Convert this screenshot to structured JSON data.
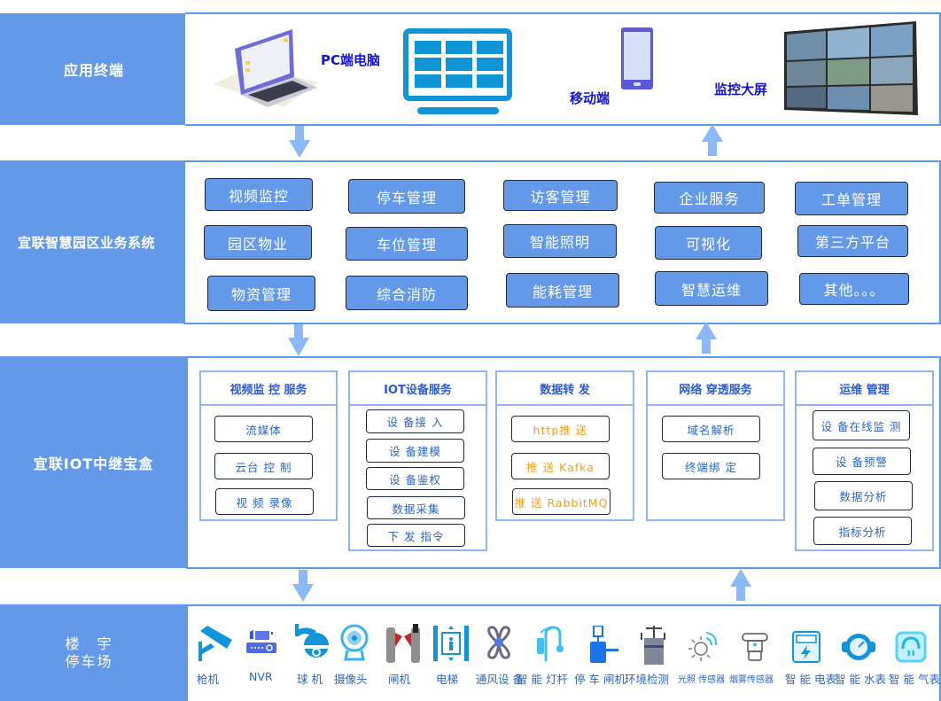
{
  "layers": {
    "terminal": {
      "label": "应用终端",
      "items": [
        {
          "label": "PC端电脑",
          "icon": "laptop-icon"
        },
        {
          "label": "",
          "icon": "monitor-icon"
        },
        {
          "label": "移动端",
          "icon": "mobile-phone-icon"
        },
        {
          "label": "监控大屏",
          "icon": "video-wall-icon"
        }
      ]
    },
    "business": {
      "label": "宜联智慧园区业务系统",
      "items": [
        "视频监控",
        "停车管理",
        "访客管理",
        "企业服务",
        "工单管理",
        "园区物业",
        "车位管理",
        "智能照明",
        "可视化",
        "第三方平台",
        "物资管理",
        "综合消防",
        "能耗管理",
        "智慧运维",
        "其他。。。"
      ]
    },
    "iot": {
      "label": "宜联IOT中继宝盒",
      "columns": [
        {
          "title": "视频监 控 服务",
          "items": [
            "流媒体",
            "云台 控 制",
            "视 频 录像"
          ],
          "color": "blue"
        },
        {
          "title": "IOT设备服务",
          "items": [
            "设 备接 入",
            "设 备建模",
            "设 备鉴权",
            "数据采集",
            "下 发 指令"
          ],
          "color": "blue"
        },
        {
          "title": "数据转 发",
          "items": [
            "http推 送",
            "推 送 Kafka",
            "推 送 RabbitMQ"
          ],
          "color": "orange"
        },
        {
          "title": "网络 穿透服务",
          "items": [
            "域名解析",
            "终端绑 定"
          ],
          "color": "blue"
        },
        {
          "title": "运维 管理",
          "items": [
            "设 备在线监 测",
            "设 备预警",
            "数据分析",
            "指标分析"
          ],
          "color": "blue"
        }
      ]
    },
    "devices": {
      "label_line1": "楼　宇",
      "label_line2": "停车场",
      "items": [
        {
          "label": "枪机",
          "icon": "bullet-camera-icon"
        },
        {
          "label": "NVR",
          "icon": "nvr-icon"
        },
        {
          "label": "球 机",
          "icon": "dome-camera-icon"
        },
        {
          "label": "摄像头",
          "icon": "webcam-icon"
        },
        {
          "label": "闸机",
          "icon": "turnstile-icon"
        },
        {
          "label": "电梯",
          "icon": "elevator-icon"
        },
        {
          "label": "通风设 备",
          "icon": "fan-icon"
        },
        {
          "label": "智 能 灯杆",
          "icon": "smart-streetlight-icon"
        },
        {
          "label": "停 车 闸机",
          "icon": "parking-barrier-icon"
        },
        {
          "label": "环境检测",
          "icon": "environment-monitor-icon"
        },
        {
          "label": "光照 传感器",
          "icon": "light-sensor-icon"
        },
        {
          "label": "烟雾传感器",
          "icon": "smoke-sensor-icon"
        },
        {
          "label": "智 能 电表",
          "icon": "electric-meter-icon"
        },
        {
          "label": "智 能 水表",
          "icon": "water-meter-icon"
        },
        {
          "label": "智 能 气表",
          "icon": "gas-meter-icon"
        }
      ]
    }
  },
  "colors": {
    "layer_label_bg": "#6499ea",
    "border": "#5b9be8",
    "arrow": "#8ab8f8",
    "terminal_text": "#1414d6",
    "service_text": "#2a66c9",
    "orange_text": "#f0a012"
  }
}
